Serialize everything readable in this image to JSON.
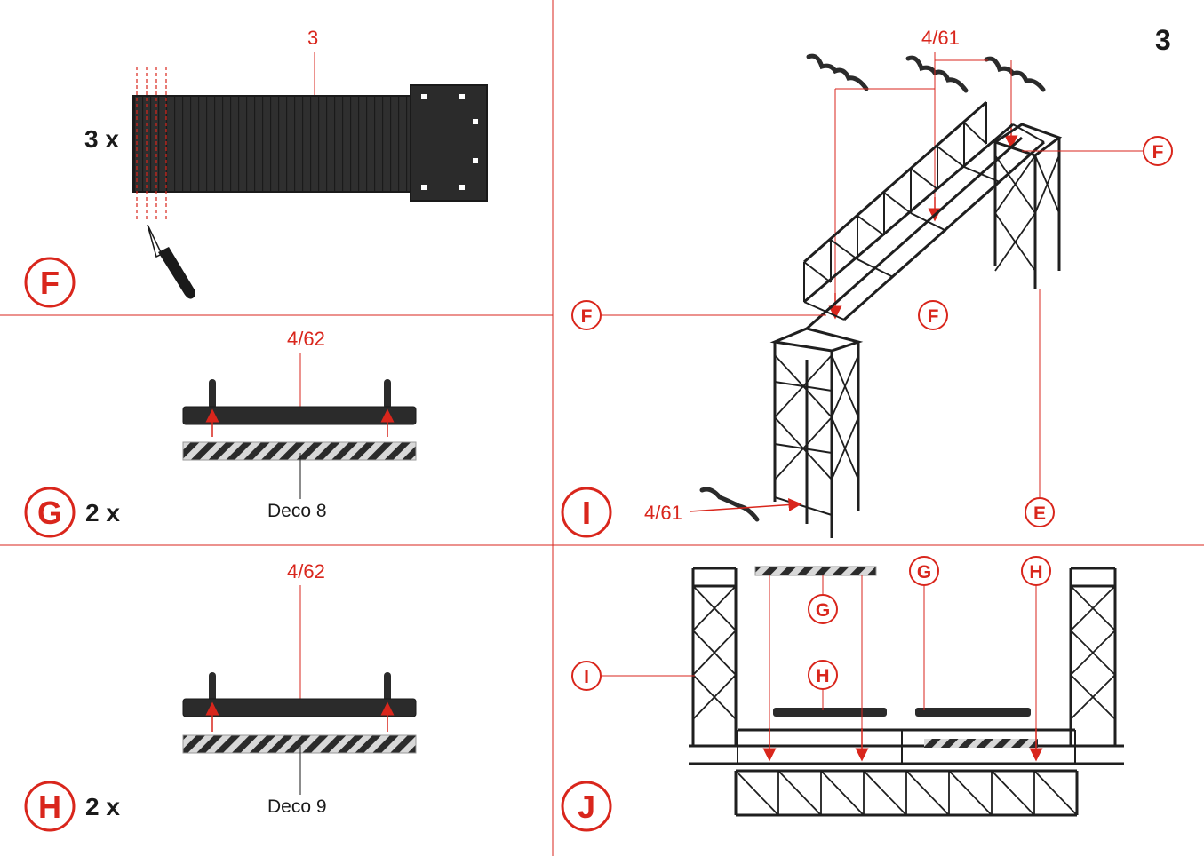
{
  "page_number": "3",
  "panels": {
    "F": {
      "step_letter": "F",
      "quantity": "3 x",
      "part_label": "3"
    },
    "G": {
      "step_letter": "G",
      "quantity": "2 x",
      "part_label": "4/62",
      "decal_label": "Deco 8"
    },
    "H": {
      "step_letter": "H",
      "quantity": "2 x",
      "part_label": "4/62",
      "decal_label": "Deco 9"
    },
    "I": {
      "step_letter": "I",
      "part_label_top": "4/61",
      "part_label_bottom": "4/61",
      "callout_f_right": "F",
      "callout_f_left": "F",
      "callout_f_center": "F",
      "callout_e": "E"
    },
    "J": {
      "step_letter": "J",
      "callout_g_top": "G",
      "callout_h_top": "H",
      "callout_g": "G",
      "callout_h": "H",
      "callout_i": "I"
    }
  },
  "colors": {
    "accent": "#d9261c",
    "part_dark": "#2b2b2b"
  }
}
